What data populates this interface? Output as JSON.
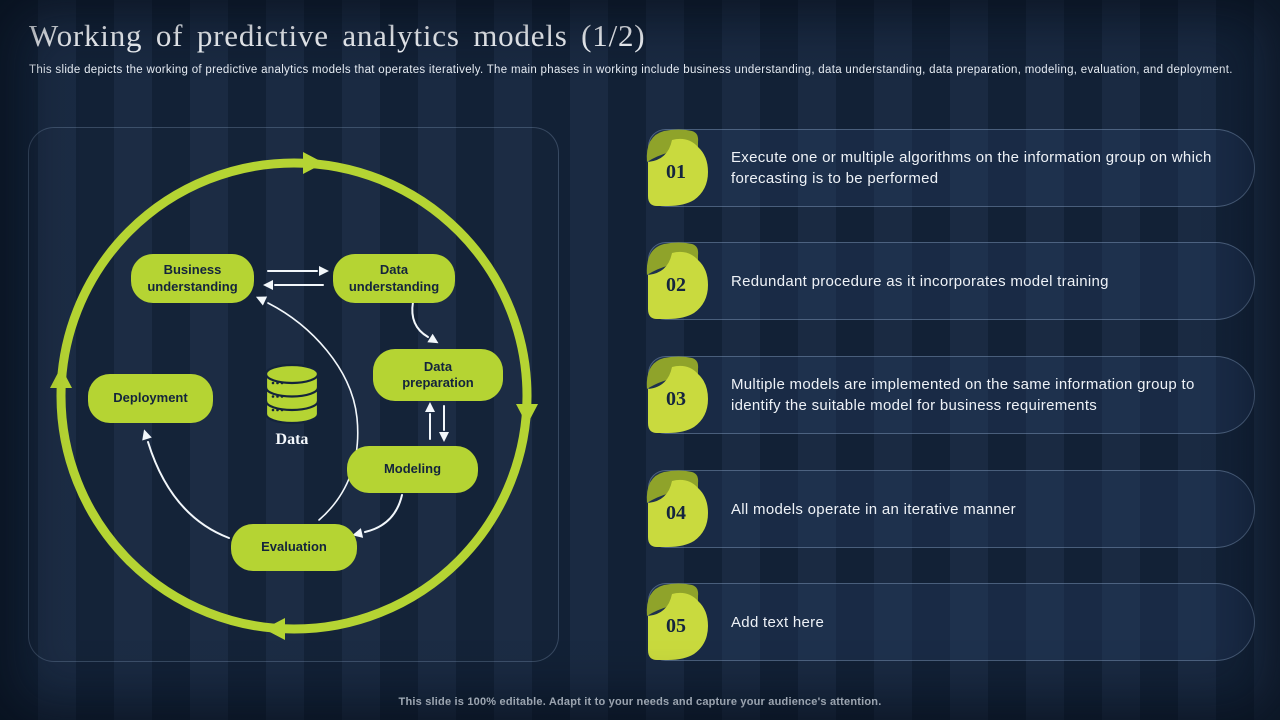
{
  "slide": {
    "title": "Working of predictive analytics models (1/2)",
    "subtitle": "This slide depicts the working of predictive analytics models that operates iteratively. The main phases in working include business understanding, data understanding, data preparation, modeling, evaluation, and deployment.",
    "footer": "This slide is 100% editable. Adapt it to your needs and capture your audience's attention."
  },
  "colors": {
    "background": "#16273f",
    "accent_green": "#b5d433",
    "badge_green": "#c9da3e",
    "badge_fold": "#8fa32a",
    "dark_text": "#14243c",
    "light_text": "#eef2f7"
  },
  "diagram": {
    "center_label": "Data",
    "cycle_direction": "clockwise",
    "nodes": [
      {
        "id": "business-understanding",
        "label": "Business understanding"
      },
      {
        "id": "data-understanding",
        "label": "Data understanding"
      },
      {
        "id": "data-preparation",
        "label": "Data preparation"
      },
      {
        "id": "modeling",
        "label": "Modeling"
      },
      {
        "id": "evaluation",
        "label": "Evaluation"
      },
      {
        "id": "deployment",
        "label": "Deployment"
      }
    ]
  },
  "steps": [
    {
      "number": "01",
      "text": "Execute one or multiple algorithms on the information group on which forecasting is to be performed"
    },
    {
      "number": "02",
      "text": "Redundant procedure as it incorporates model training"
    },
    {
      "number": "03",
      "text": "Multiple models are implemented on the same information group to identify the suitable model for business requirements"
    },
    {
      "number": "04",
      "text": "All models operate in an iterative manner"
    },
    {
      "number": "05",
      "text": "Add text here"
    }
  ]
}
